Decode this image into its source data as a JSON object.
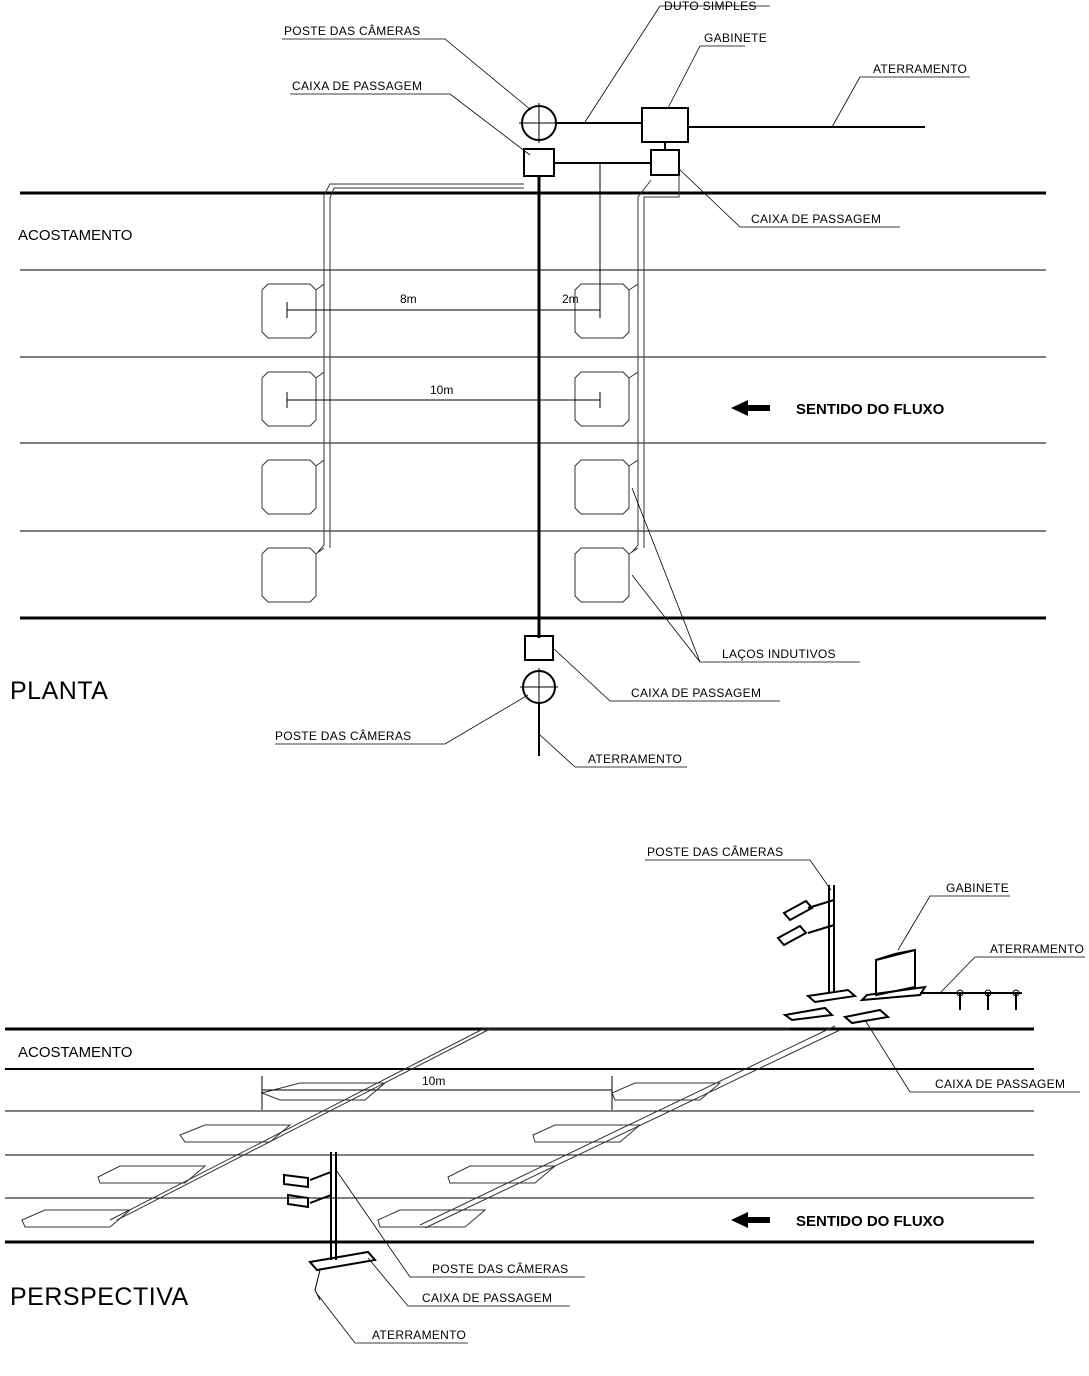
{
  "plan": {
    "title": "PLANTA",
    "shoulder_label": "ACOSTAMENTO",
    "flow_label": "SENTIDO DO FLUXO",
    "labels": {
      "camera_pole_top": "POSTE DAS CÂMERAS",
      "simple_duct": "DUTO SIMPLES",
      "cabinet": "GABINETE",
      "grounding_top": "ATERRAMENTO",
      "junction_box_top_left": "CAIXA DE PASSAGEM",
      "junction_box_top_right": "CAIXA DE PASSAGEM",
      "inductive_loops": "LAÇOS INDUTIVOS",
      "junction_box_bottom": "CAIXA DE PASSAGEM",
      "camera_pole_bottom": "POSTE DAS CÂMERAS",
      "grounding_bottom": "ATERRAMENTO"
    },
    "dimensions": {
      "distance_a": "8m",
      "distance_b": "2m",
      "distance_c": "10m"
    }
  },
  "perspective": {
    "title": "PERSPECTIVA",
    "shoulder_label": "ACOSTAMENTO",
    "flow_label": "SENTIDO DO FLUXO",
    "dimension": "10m",
    "labels": {
      "camera_pole_top": "POSTE DAS CÂMERAS",
      "cabinet": "GABINETE",
      "grounding_top": "ATERRAMENTO",
      "junction_box_right": "CAIXA DE PASSAGEM",
      "camera_pole_bottom": "POSTE DAS CÂMERAS",
      "junction_box_bottom": "CAIXA DE PASSAGEM",
      "grounding_bottom": "ATERRAMENTO"
    }
  }
}
